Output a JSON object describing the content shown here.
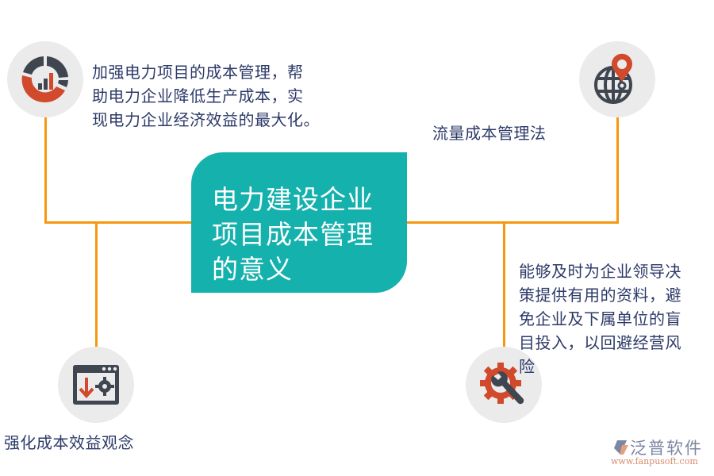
{
  "diagram": {
    "center": {
      "title": "电力建设企业项目成本管理的意义",
      "lines": [
        "电力建设企业",
        "项目成本管理",
        "的意义"
      ]
    },
    "nodes": [
      {
        "id": "top-left",
        "icon": "donut-chart-icon",
        "lines": [
          "加强电力项目的成本管理，帮",
          "助电力企业降低生产成本，实",
          "现电力企业经济效益的最大化。"
        ]
      },
      {
        "id": "top-right",
        "icon": "globe-location-pin-icon",
        "lines": [
          "流量成本管理法"
        ]
      },
      {
        "id": "bottom-left",
        "icon": "browser-download-settings-icon",
        "lines": [
          "强化成本效益观念"
        ]
      },
      {
        "id": "bottom-right",
        "icon": "gear-wrench-icon",
        "lines": [
          "能够及时为企业领导决",
          "策提供有用的资料，避",
          "免企业及下属单位的盲",
          "目投入，以回避经营风",
          "险"
        ]
      }
    ],
    "colors": {
      "connector": "#f7970f",
      "center_box": "#14b1ad",
      "text": "#2d3a68",
      "icon_dark": "#3f4650",
      "icon_accent": "#d04a2b",
      "icon_bg": "#ebebeb"
    }
  },
  "watermark": {
    "name": "泛普软件",
    "url": "www.fanpusoft.com"
  }
}
